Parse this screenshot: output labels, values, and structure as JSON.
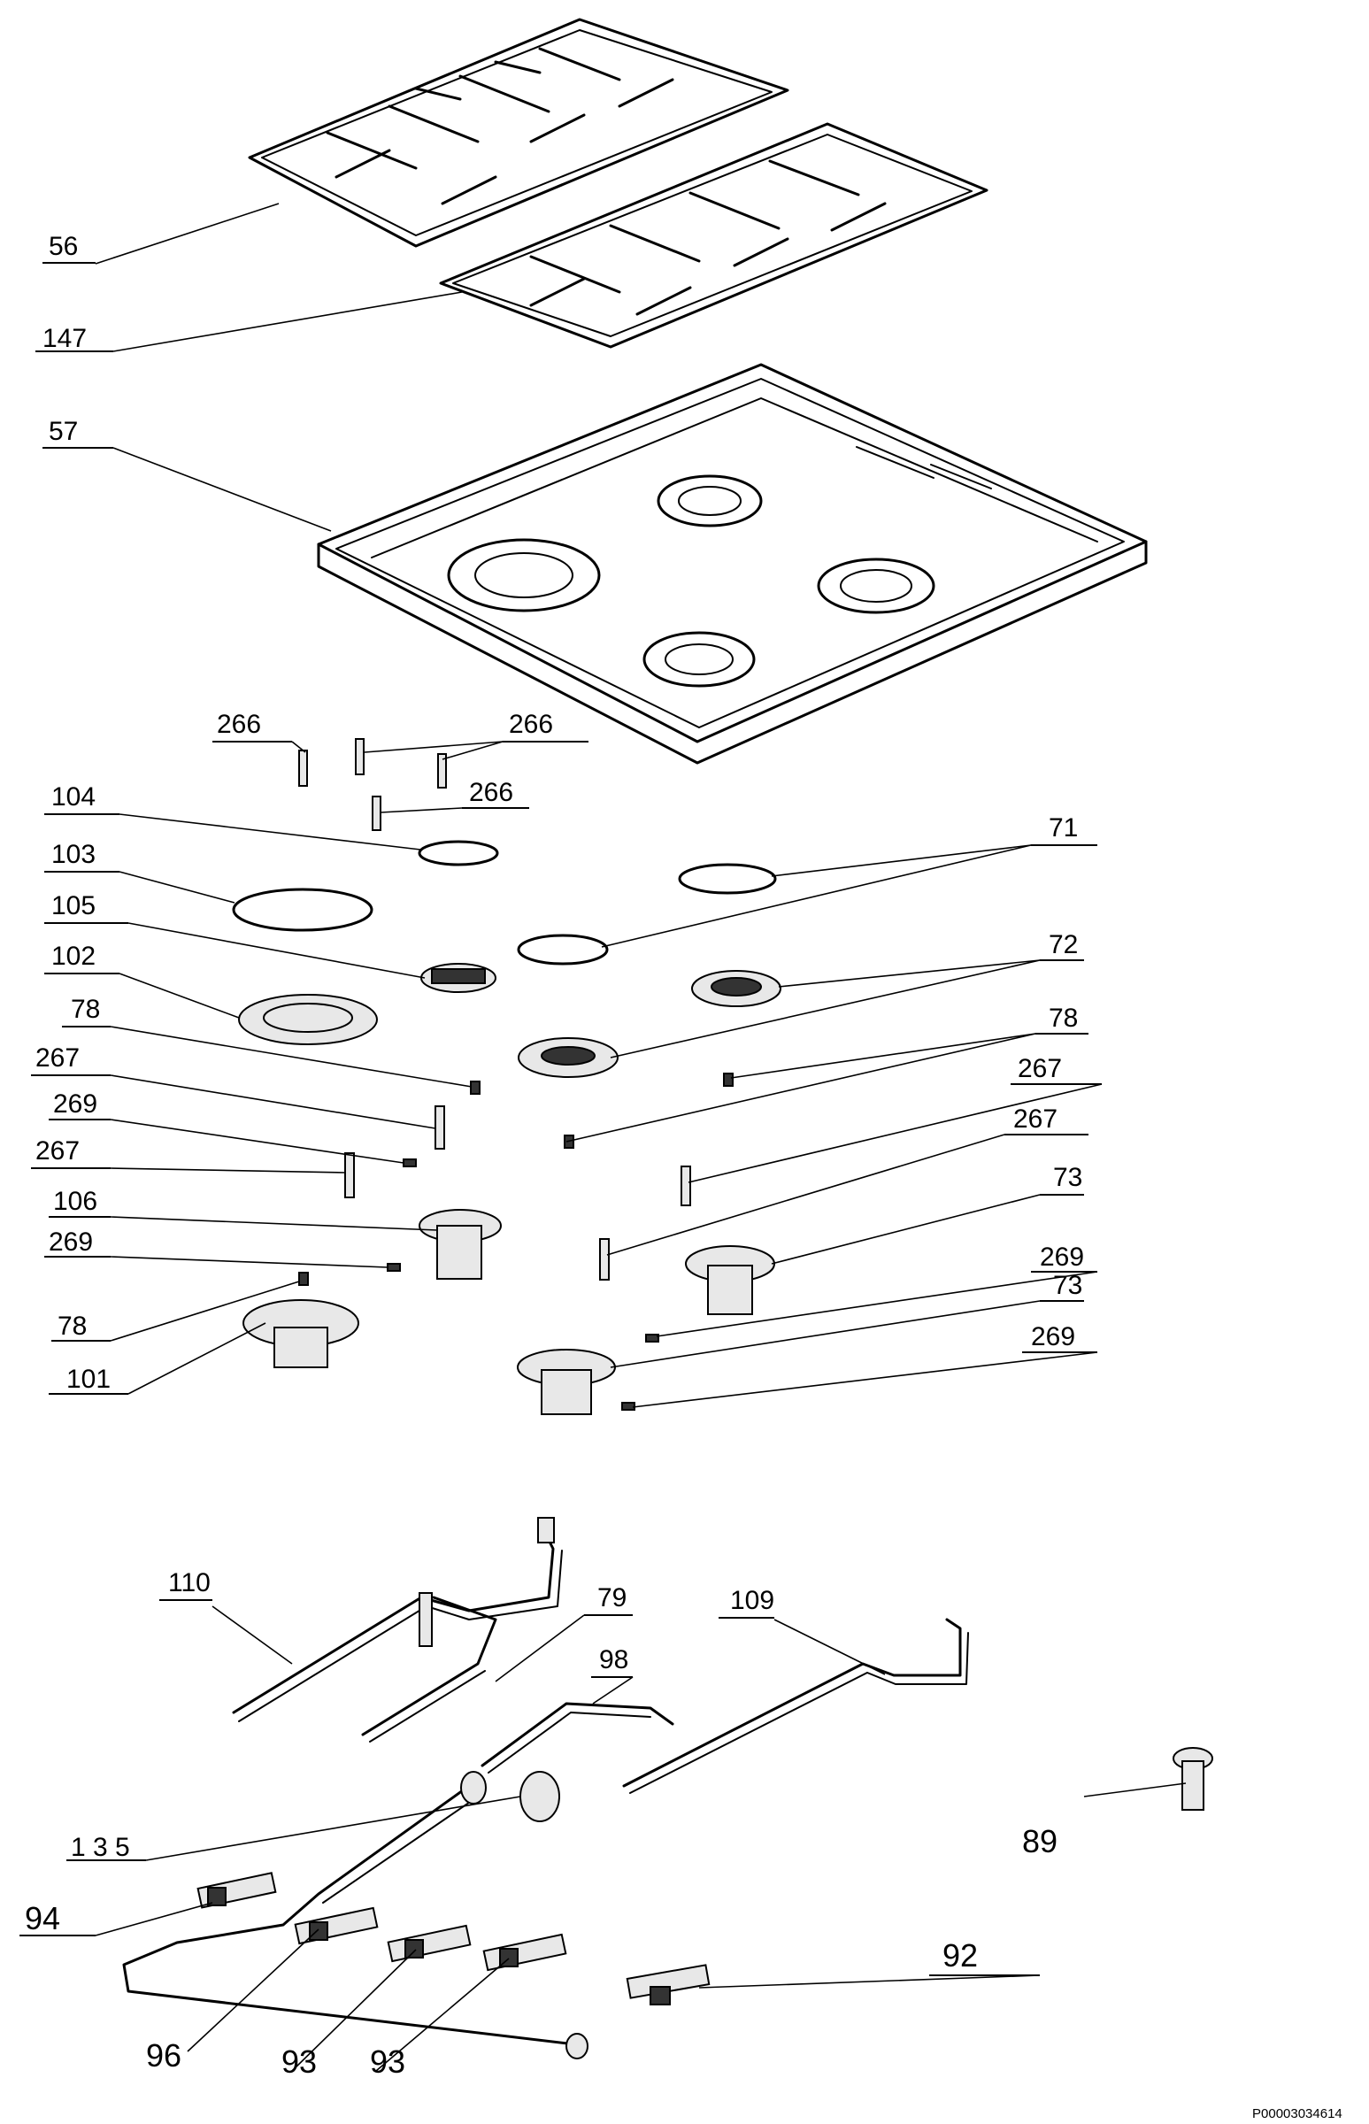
{
  "diagram": {
    "document_code": "P00003034614",
    "labels": {
      "l56": "56",
      "l147": "147",
      "l57": "57",
      "l266a": "266",
      "l266b": "266",
      "l266c": "266",
      "l104": "104",
      "l103": "103",
      "l105": "105",
      "l102": "102",
      "l78a": "78",
      "l267a": "267",
      "l269a": "269",
      "l267b": "267",
      "l106": "106",
      "l269b": "269",
      "l78b": "78",
      "l101": "101",
      "l71": "71",
      "l72": "72",
      "l78c": "78",
      "l267c": "267",
      "l267d": "267",
      "l73a": "73",
      "l269c": "269",
      "l73b": "73",
      "l269d": "269",
      "l110": "110",
      "l79": "79",
      "l98": "98",
      "l109": "109",
      "l135": "1 3 5",
      "l89": "89",
      "l94": "94",
      "l92": "92",
      "l96": "96",
      "l93a": "93",
      "l93b": "93"
    }
  }
}
